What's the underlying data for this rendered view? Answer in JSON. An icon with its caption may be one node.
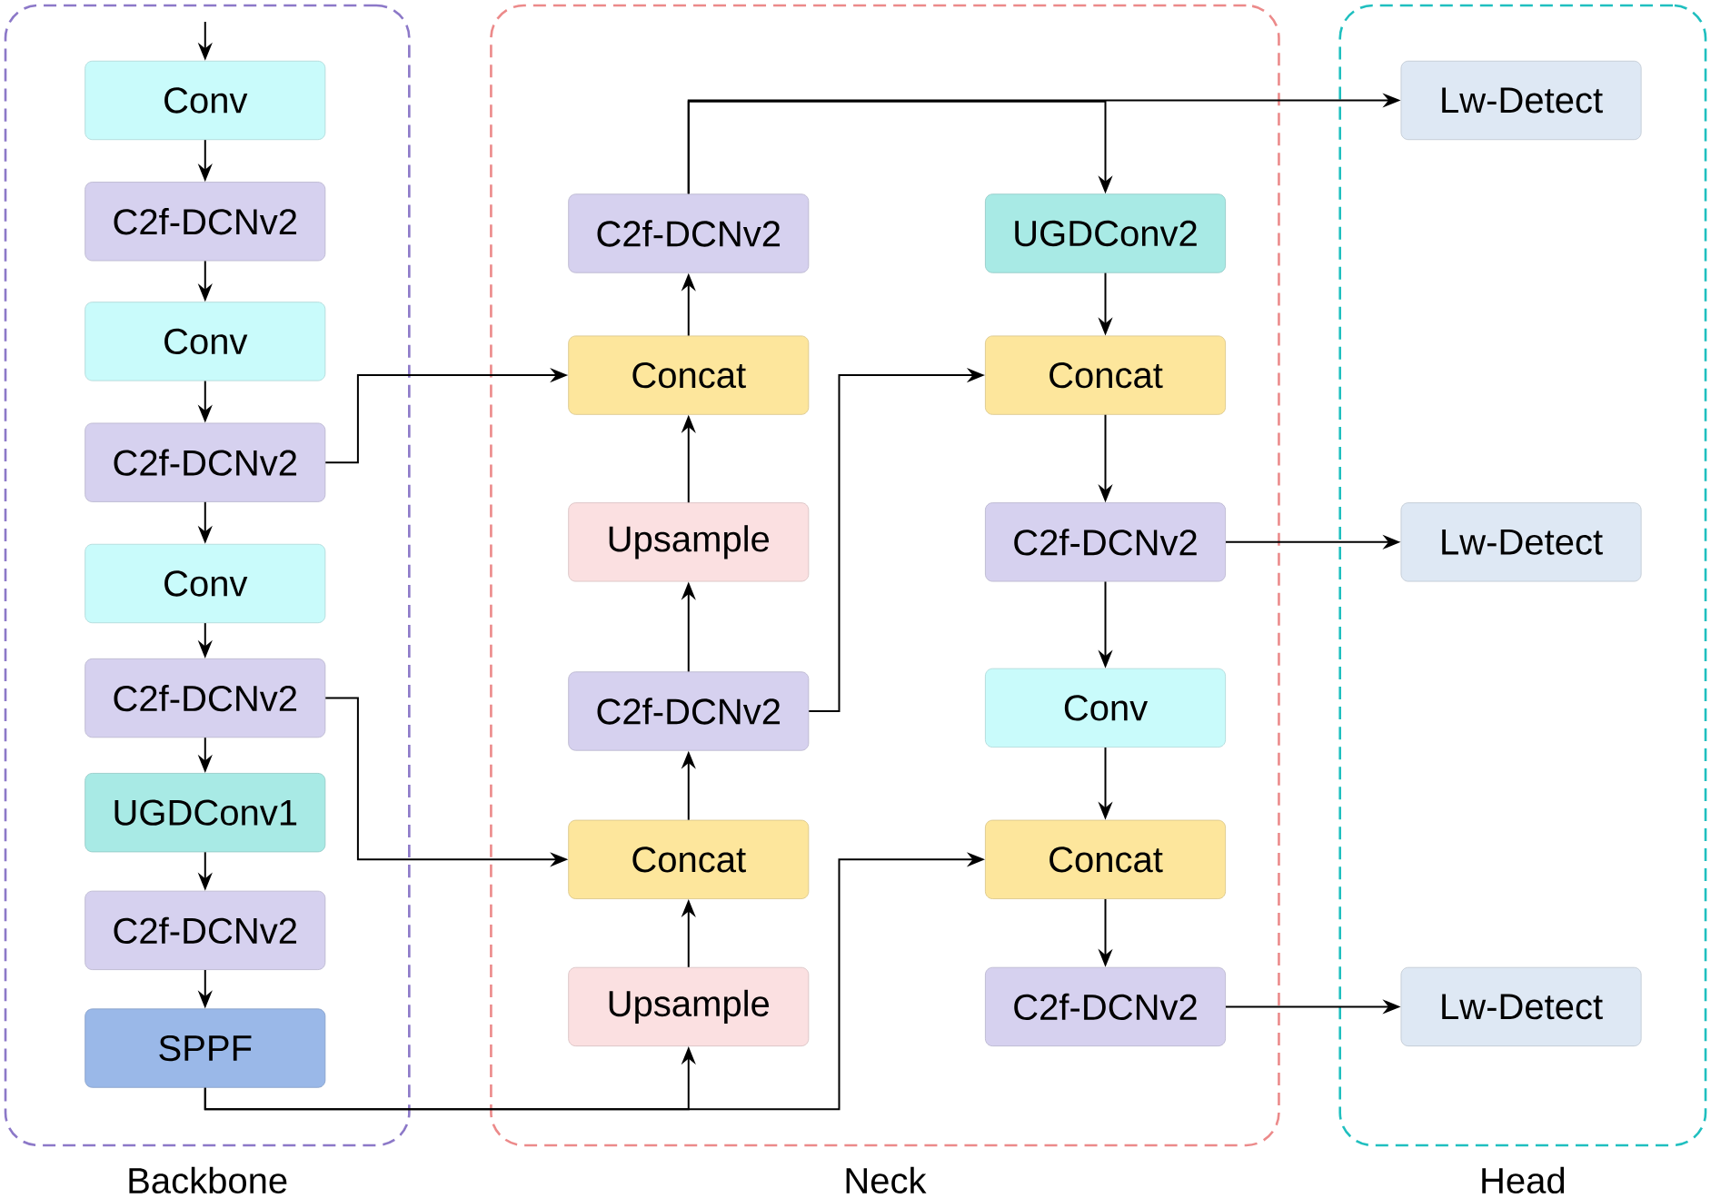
{
  "diagram": {
    "nodes": [
      {
        "text": [
          "Backbone"
        ]
      },
      {
        "text": [
          "Conv"
        ],
        "in": 0
      },
      {
        "text": [
          "C2f-DCNv2"
        ],
        "in": 0
      },
      {
        "text": [
          "Conv"
        ],
        "in": 0
      },
      {
        "text": [
          "C2f-DCNv2"
        ],
        "in": 0
      },
      {
        "text": [
          "Conv"
        ],
        "in": 0
      },
      {
        "text": [
          "C2f-DCNv2"
        ],
        "in": 0
      },
      {
        "text": [
          "UGDConv1"
        ],
        "in": 0
      },
      {
        "text": [
          "C2f-DCNv2"
        ],
        "in": 0
      },
      {
        "text": [
          "SPPF"
        ],
        "in": 0
      },
      {
        "text": [
          "Neck"
        ]
      },
      {
        "text": [
          "C2f-DCNv2"
        ],
        "in": 10
      },
      {
        "text": [
          "Concat"
        ],
        "in": 10
      },
      {
        "text": [
          "Upsample"
        ],
        "in": 10
      },
      {
        "text": [
          "C2f-DCNv2"
        ],
        "in": 10
      },
      {
        "text": [
          "Concat"
        ],
        "in": 10
      },
      {
        "text": [
          "Upsample"
        ],
        "in": 10
      },
      {
        "text": [
          "UGDConv2"
        ],
        "in": 10
      },
      {
        "text": [
          "Concat"
        ],
        "in": 10
      },
      {
        "text": [
          "C2f-DCNv2"
        ],
        "in": 10
      },
      {
        "text": [
          "Conv"
        ],
        "in": 10
      },
      {
        "text": [
          "Concat"
        ],
        "in": 10
      },
      {
        "text": [
          "C2f-DCNv2"
        ],
        "in": 10
      },
      {
        "text": [
          "Head"
        ]
      },
      {
        "text": [
          "Lw-Detect"
        ],
        "in": 23
      },
      {
        "text": [
          "Lw-Detect"
        ],
        "in": 23
      },
      {
        "text": [
          "Lw-Detect"
        ],
        "in": 23
      }
    ],
    "edges": [
      {
        "from": null,
        "to": 1,
        "arrow": "to"
      },
      {
        "from": 1,
        "to": 2,
        "arrow": "to"
      },
      {
        "from": 2,
        "to": 3,
        "arrow": "to"
      },
      {
        "from": 3,
        "to": 4,
        "arrow": "to"
      },
      {
        "from": 4,
        "to": 5,
        "arrow": "to"
      },
      {
        "from": 5,
        "to": 6,
        "arrow": "to"
      },
      {
        "from": 6,
        "to": 7,
        "arrow": "to"
      },
      {
        "from": 7,
        "to": 8,
        "arrow": "to"
      },
      {
        "from": 8,
        "to": 9,
        "arrow": "to"
      },
      {
        "from": 4,
        "to": 12,
        "arrow": "to"
      },
      {
        "from": 6,
        "to": 15,
        "arrow": "to"
      },
      {
        "from": 9,
        "to": 16,
        "arrow": "to"
      },
      {
        "from": 9,
        "to": 21,
        "arrow": "to"
      },
      {
        "from": 16,
        "to": 15,
        "arrow": "to"
      },
      {
        "from": 15,
        "to": 14,
        "arrow": "to"
      },
      {
        "from": 14,
        "to": 13,
        "arrow": "to"
      },
      {
        "from": 13,
        "to": 12,
        "arrow": "to"
      },
      {
        "from": 12,
        "to": 11,
        "arrow": "to"
      },
      {
        "from": 14,
        "to": 18,
        "arrow": "to"
      },
      {
        "from": 11,
        "to": 24,
        "arrow": "to"
      },
      {
        "from": 11,
        "to": 17,
        "arrow": "to"
      },
      {
        "from": 17,
        "to": 18,
        "arrow": "to"
      },
      {
        "from": 18,
        "to": 19,
        "arrow": "to"
      },
      {
        "from": 19,
        "to": 20,
        "arrow": "to"
      },
      {
        "from": 20,
        "to": 21,
        "arrow": "to"
      },
      {
        "from": 21,
        "to": 22,
        "arrow": "to"
      },
      {
        "from": 19,
        "to": 25,
        "arrow": "to"
      },
      {
        "from": 22,
        "to": 26,
        "arrow": "to"
      }
    ]
  }
}
